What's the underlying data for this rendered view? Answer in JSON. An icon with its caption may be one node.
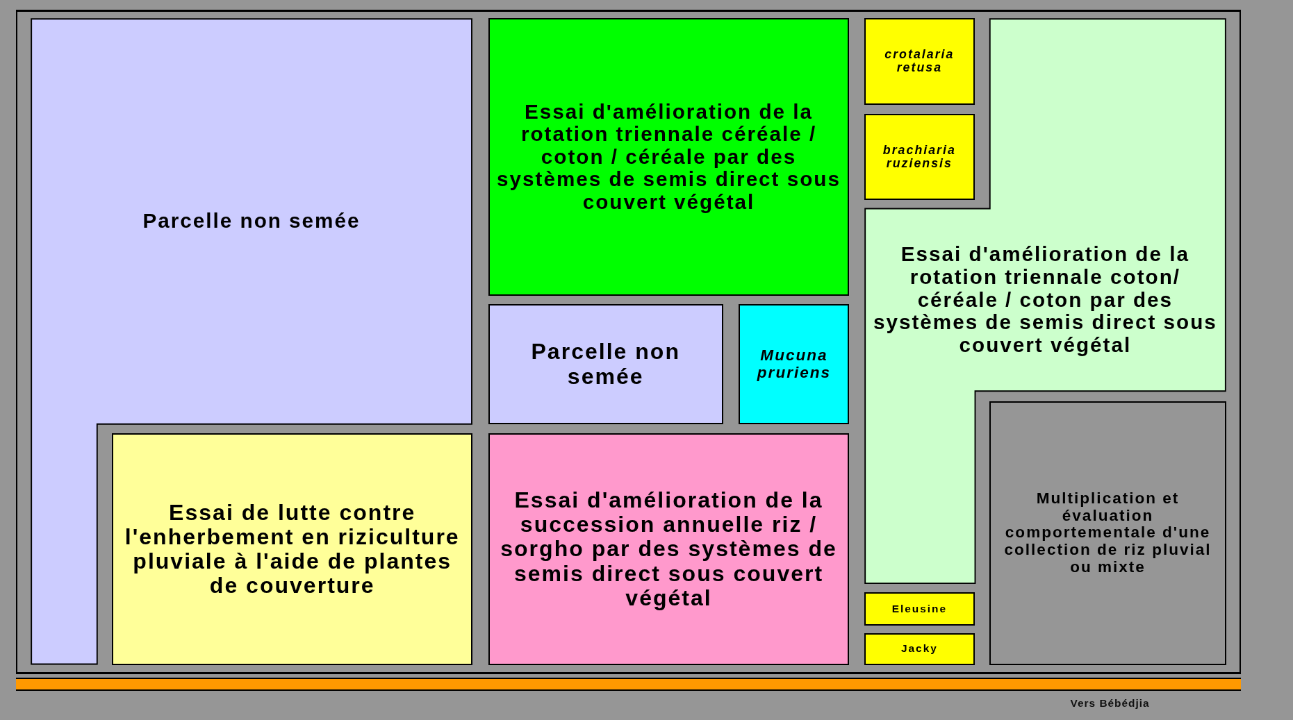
{
  "diagram": {
    "nodes": [
      {
        "text": [
          "Parcelle non semée"
        ]
      },
      {
        "text": [
          "Essai d'amélioration de la rotation triennale céréale / coton / céréale par des systèmes de semis direct sous couvert végétal"
        ]
      },
      {
        "text": [
          "crotalaria retusa"
        ]
      },
      {
        "text": [
          "brachiaria ruziensis"
        ]
      },
      {
        "text": [
          "Essai d'amélioration de la rotation triennale coton/ céréale / coton par des systèmes de semis direct sous couvert végétal"
        ]
      },
      {
        "text": [
          "Parcelle non semée"
        ]
      },
      {
        "text": [
          "Mucuna pruriens"
        ]
      },
      {
        "text": [
          "Essai de lutte contre l'enherbement en riziculture pluviale à l'aide de plantes de couverture"
        ]
      },
      {
        "text": [
          "Essai d'amélioration de la succession annuelle riz / sorgho par des systèmes de semis direct sous couvert végétal"
        ]
      },
      {
        "text": [
          "Multiplication et évaluation comportementale d'une collection de riz pluvial ou mixte"
        ]
      },
      {
        "text": [
          "Eleusine"
        ]
      },
      {
        "text": [
          "Jacky"
        ]
      }
    ],
    "labels": [
      "Vers Bébédjia"
    ]
  }
}
